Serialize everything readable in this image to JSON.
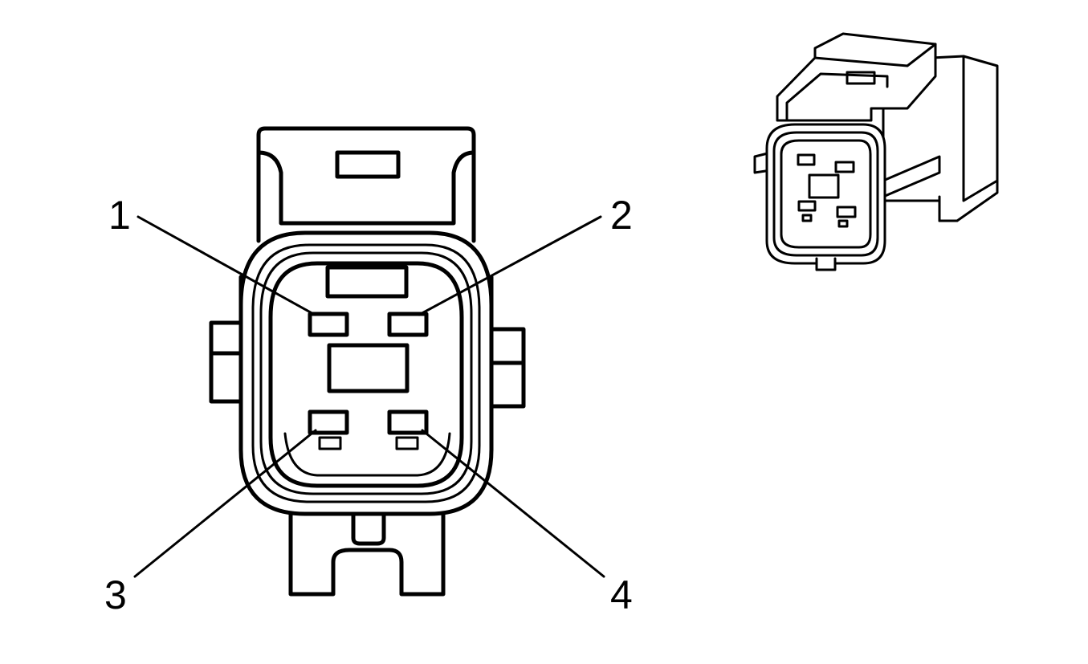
{
  "pins": [
    {
      "id": "1",
      "label": "1"
    },
    {
      "id": "2",
      "label": "2"
    },
    {
      "id": "3",
      "label": "3"
    },
    {
      "id": "4",
      "label": "4"
    }
  ],
  "colors": {
    "line": "#000000",
    "background": "#ffffff"
  }
}
